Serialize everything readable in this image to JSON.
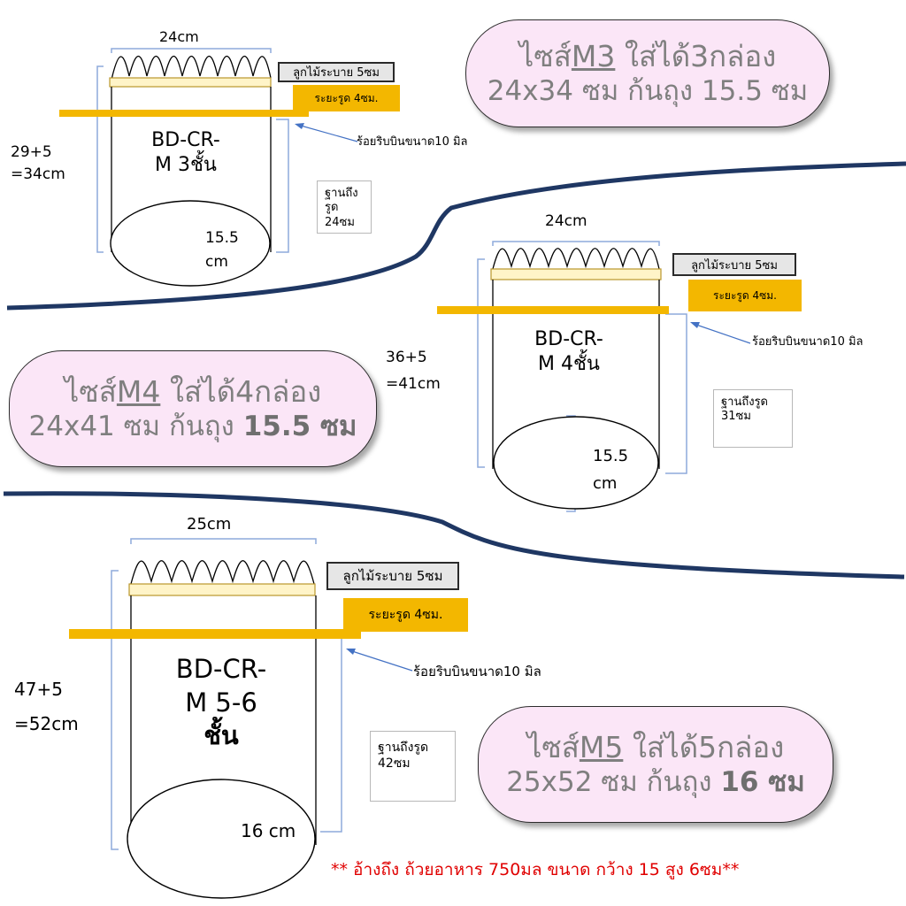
{
  "panels": [
    {
      "width_label": "24cm",
      "height_label_1": "29+5",
      "height_label_2": "=34cm",
      "model_line_1": "BD-CR-",
      "model_line_2": "M 3ชั้น",
      "model_line_3": "",
      "frill_label": "ลูกไม้ระบาย 5ซม",
      "gather_label": "ระยะรูด 4ซม.",
      "ribbon_label": "ร้อยริบบินขนาด10 มิล",
      "base_label_1": "ฐานถึงรูด",
      "base_label_2": "24ซม",
      "diameter_label_1": "15.5",
      "diameter_label_2": "cm"
    },
    {
      "width_label": "24cm",
      "height_label_1": "36+5",
      "height_label_2": "=41cm",
      "model_line_1": "BD-CR-",
      "model_line_2": "M 4ชั้น",
      "model_line_3": "",
      "frill_label": "ลูกไม้ระบาย 5ซม",
      "gather_label": "ระยะรูด 4ซม.",
      "ribbon_label": "ร้อยริบบินขนาด10 มิล",
      "base_label_1": "ฐานถึงรูด",
      "base_label_2": "31ซม",
      "diameter_label_1": "15.5",
      "diameter_label_2": "cm"
    },
    {
      "width_label": "25cm",
      "height_label_1": "47+5",
      "height_label_2": "=52cm",
      "model_line_1": "BD-CR-",
      "model_line_2": "M 5-6",
      "model_line_3": "ชั้น",
      "frill_label": "ลูกไม้ระบาย 5ซม",
      "gather_label": "ระยะรูด 4ซม.",
      "ribbon_label": "ร้อยริบบินขนาด10 มิล",
      "base_label_1": "ฐานถึงรูด",
      "base_label_2": "42ซม",
      "diameter_label_1": "16 cm",
      "diameter_label_2": ""
    }
  ],
  "size_cards": [
    {
      "prefix": "ไซส์",
      "size": "M3",
      "fits": "ใส่ได้3กล่อง",
      "dims": "24x34 ซม ก้นถุง 15.5 ซม",
      "base_value": ""
    },
    {
      "prefix": "ไซส์",
      "size": "M4",
      "fits": "ใส่ได้4กล่อง",
      "dims": "24x41 ซม ก้นถุง ",
      "base_value": "15.5 ซม"
    },
    {
      "prefix": "ไซส์",
      "size": "M5",
      "fits": "ใส่ได้5กล่อง",
      "dims": "25x52 ซม ก้นถุง ",
      "base_value": "16 ซม"
    }
  ],
  "footnote": "** อ้างถึง ถ้วยอาหาร 750มล ขนาด กว้าง 15 สูง 6ซม**",
  "colors": {
    "divider": "#1f3763",
    "gather_strip": "#f3b700",
    "card_fill": "#fbe6f7",
    "card_text": "#7f7f7f",
    "footnote": "#e00000",
    "bracket": "#8eaadb",
    "arrow": "#4472c4"
  }
}
